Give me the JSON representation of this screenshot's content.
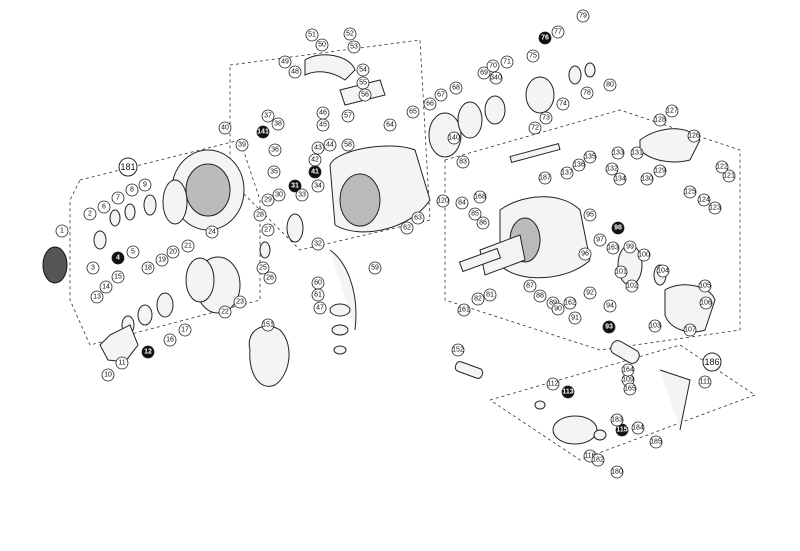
{
  "diagram": {
    "callouts": [
      "1",
      "2",
      "3",
      "4",
      "5",
      "6",
      "7",
      "8",
      "9",
      "10",
      "11",
      "12",
      "13",
      "14",
      "15",
      "16",
      "17",
      "18",
      "19",
      "20",
      "21",
      "22",
      "23",
      "24",
      "25",
      "26",
      "27",
      "28",
      "29",
      "30",
      "31",
      "32",
      "33",
      "34",
      "35",
      "36",
      "37",
      "38",
      "39",
      "40",
      "41",
      "42",
      "43",
      "44",
      "45",
      "46",
      "47",
      "48",
      "49",
      "50",
      "51",
      "52",
      "53",
      "54",
      "55",
      "56",
      "57",
      "58",
      "59",
      "60",
      "61",
      "62",
      "63",
      "64",
      "65",
      "66",
      "67",
      "68",
      "69",
      "70",
      "71",
      "72",
      "73",
      "74",
      "75",
      "76",
      "77",
      "78",
      "79",
      "80",
      "81",
      "82",
      "83",
      "84",
      "85",
      "86",
      "87",
      "88",
      "89",
      "90",
      "91",
      "92",
      "93",
      "94",
      "95",
      "96",
      "97",
      "98",
      "99",
      "100",
      "101",
      "102",
      "103",
      "104",
      "105",
      "106",
      "107",
      "109",
      "111",
      "112",
      "113",
      "115",
      "116",
      "120",
      "121",
      "122",
      "123",
      "124",
      "125",
      "126",
      "127",
      "128",
      "129",
      "130",
      "131",
      "132",
      "133",
      "134",
      "135",
      "136",
      "137",
      "140",
      "141",
      "151",
      "152",
      "161",
      "162",
      "163",
      "164",
      "165",
      "168",
      "180",
      "181",
      "182",
      "183",
      "184",
      "185",
      "186",
      "187",
      "340"
    ],
    "inverted": [
      "4",
      "12",
      "31",
      "41",
      "76",
      "93",
      "98",
      "113",
      "115",
      "141"
    ],
    "groups": [
      "181",
      "186"
    ]
  }
}
